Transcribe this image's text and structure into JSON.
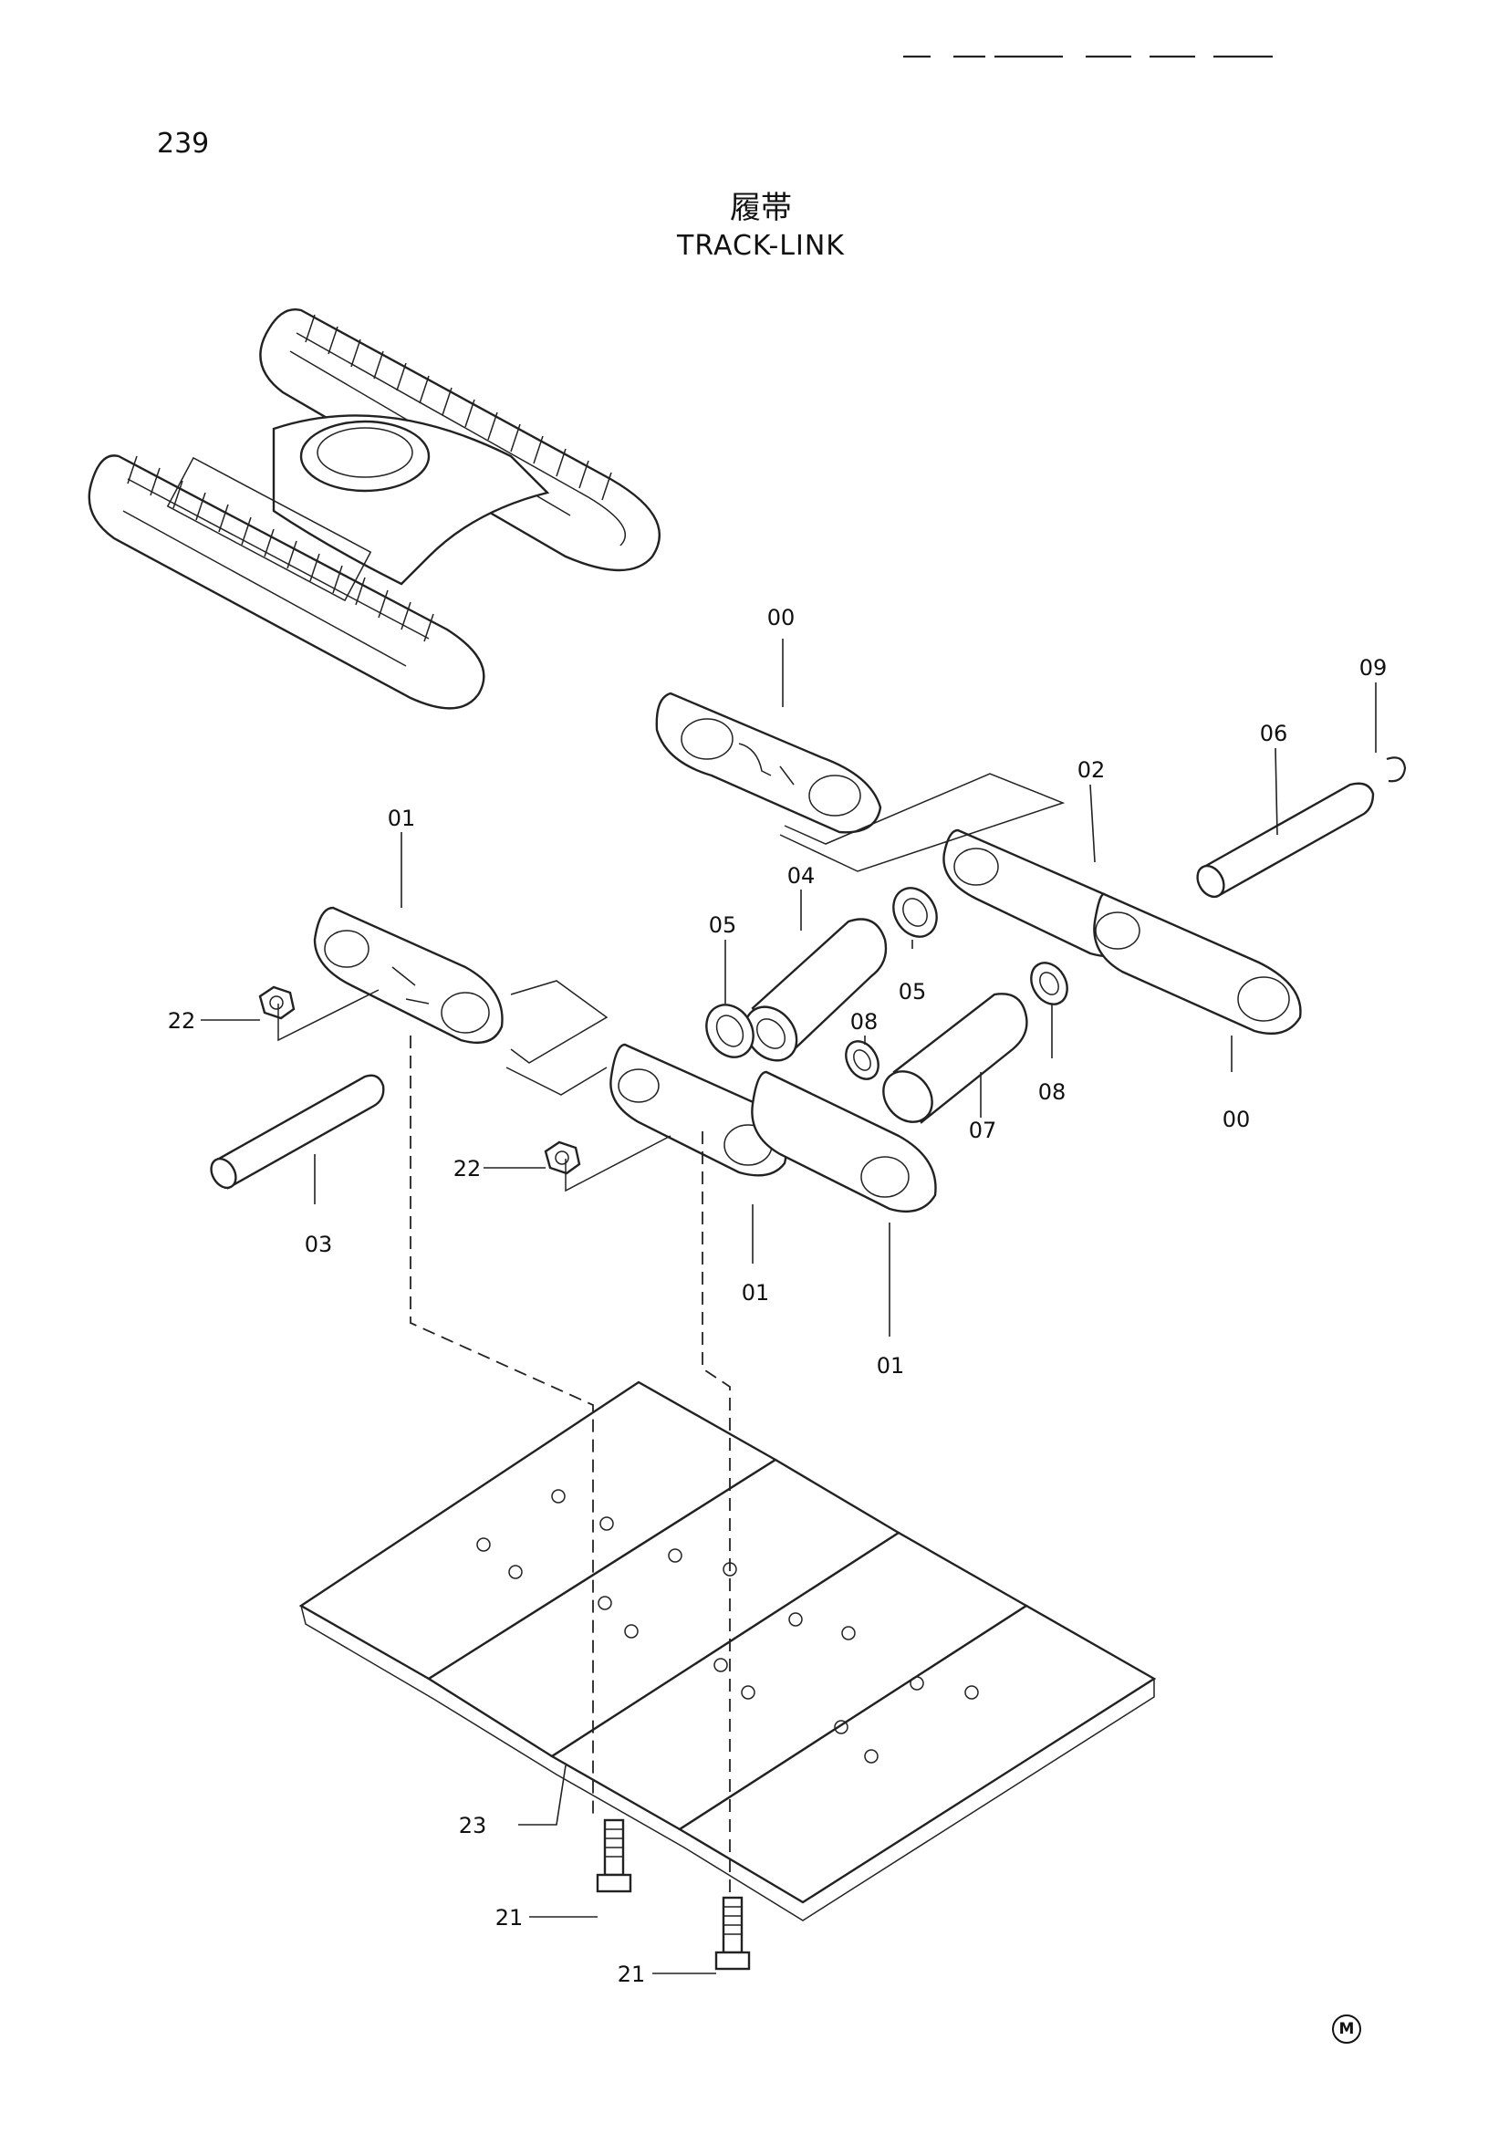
{
  "page_number": "239",
  "title_jp": "履帯",
  "title_en": "TRACK-LINK",
  "mark": "M",
  "callouts": [
    {
      "id": "link-00-top",
      "label": "00"
    },
    {
      "id": "link-00-right",
      "label": "00"
    },
    {
      "id": "link-01-left",
      "label": "01"
    },
    {
      "id": "link-01-center",
      "label": "01"
    },
    {
      "id": "link-01-lower",
      "label": "01"
    },
    {
      "id": "link-02",
      "label": "02"
    },
    {
      "id": "pin-03",
      "label": "03"
    },
    {
      "id": "bushing-04",
      "label": "04"
    },
    {
      "id": "seal-05-left",
      "label": "05"
    },
    {
      "id": "seal-05-right",
      "label": "05"
    },
    {
      "id": "pin-06",
      "label": "06"
    },
    {
      "id": "bushing-07",
      "label": "07"
    },
    {
      "id": "ring-08-left",
      "label": "08"
    },
    {
      "id": "ring-08-right",
      "label": "08"
    },
    {
      "id": "snap-ring-09",
      "label": "09"
    },
    {
      "id": "bolt-21-left",
      "label": "21"
    },
    {
      "id": "bolt-21-right",
      "label": "21"
    },
    {
      "id": "nut-22-left",
      "label": "22"
    },
    {
      "id": "nut-22-center",
      "label": "22"
    },
    {
      "id": "shoe-23",
      "label": "23"
    }
  ]
}
